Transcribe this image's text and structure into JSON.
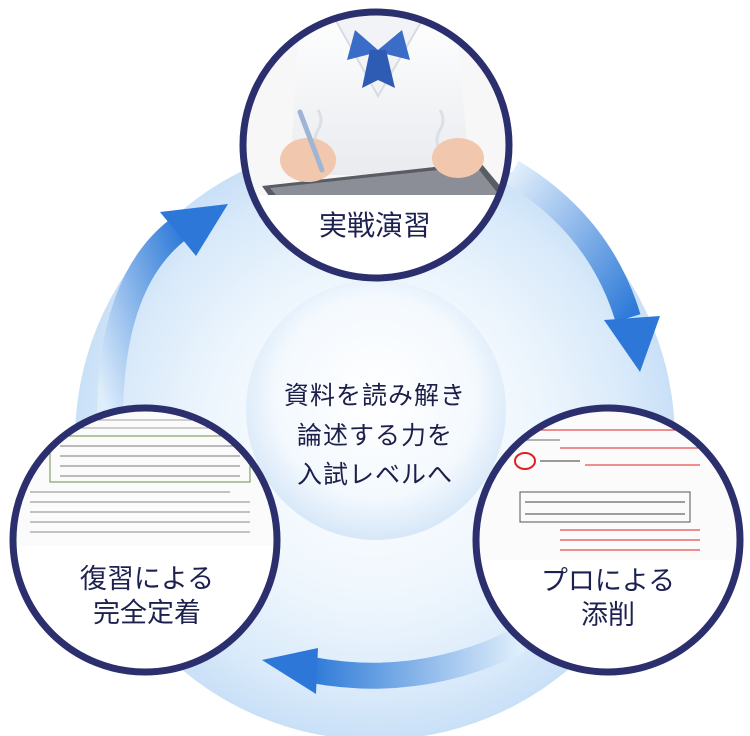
{
  "center": {
    "lines": [
      "資料を読み解き",
      "論述する力を",
      "入試レベルへ"
    ]
  },
  "nodes": {
    "top": {
      "lines": [
        "実戦演習"
      ]
    },
    "right": {
      "lines": [
        "プロによる",
        "添削"
      ]
    },
    "left": {
      "lines": [
        "復習による",
        "完全定着"
      ]
    }
  },
  "colors": {
    "ring": "#2c2f6e",
    "arrow_dark": "#2d77d9",
    "arrow_light": "#bcdcf6",
    "glow": "#d7e9fb",
    "annotation_red": "#e02020"
  },
  "icons": {
    "top_photo": "student-writing-on-tablet-photo",
    "right_photo": "corrected-answer-sheet-photo",
    "left_photo": "study-notes-sheet-photo"
  }
}
